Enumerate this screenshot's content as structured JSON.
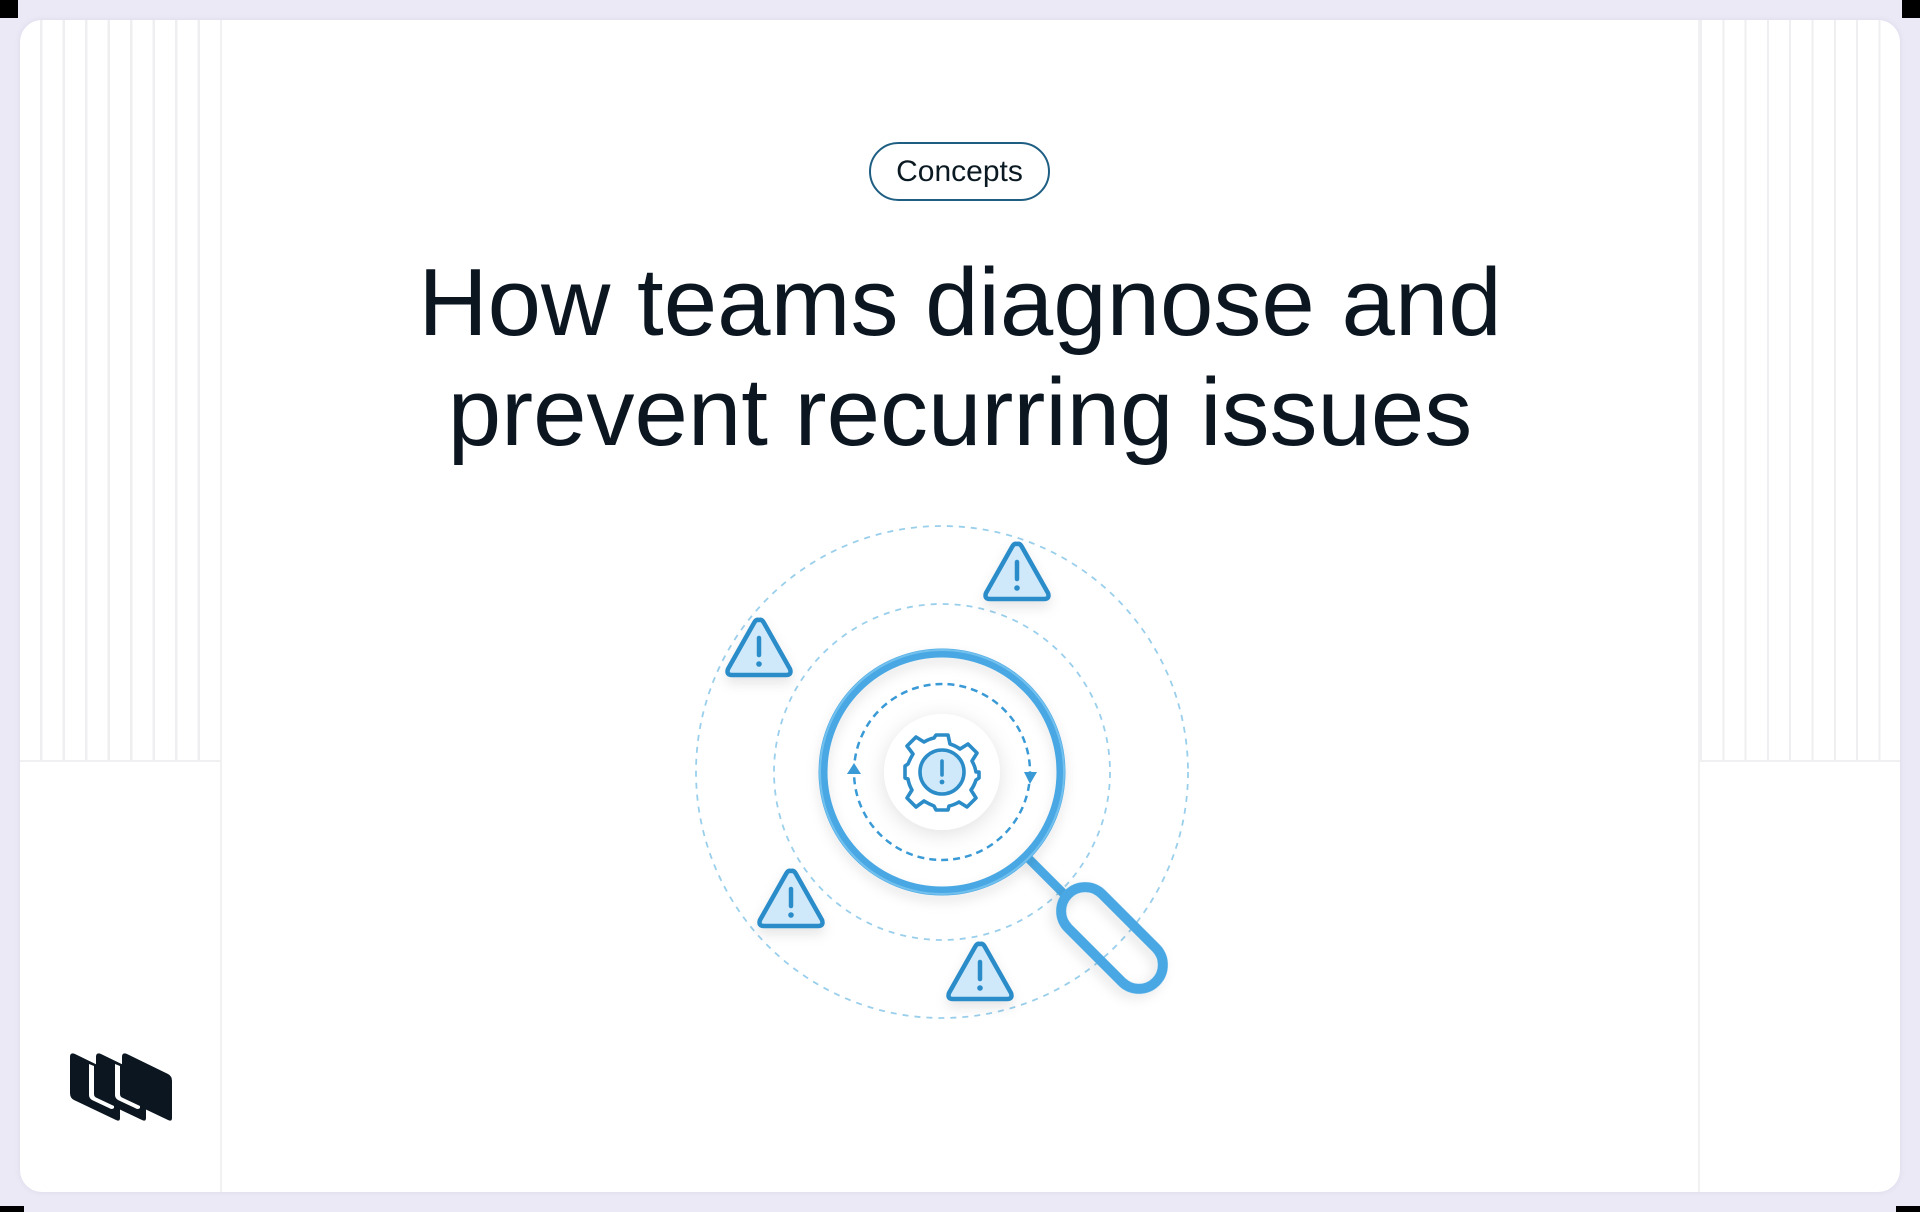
{
  "badge": {
    "label": "Concepts"
  },
  "headline": {
    "line1": "How teams diagnose and",
    "line2": "prevent recurring issues"
  },
  "illustration": {
    "description": "Magnifying glass over a gear with an exclamation mark, surrounded by dashed orbit rings and four warning triangles",
    "icons": [
      "magnifier-icon",
      "gear-alert-icon",
      "warning-triangle-icon",
      "cycle-arrows-icon"
    ],
    "warning_count": 4
  },
  "logo": {
    "name": "brand-logo"
  },
  "colors": {
    "background": "#ebe9f5",
    "card": "#ffffff",
    "badge_border": "#1f5e83",
    "text": "#0b1620",
    "accent_blue": "#4aa8e3",
    "accent_dark_blue": "#2b8cc8",
    "warning_fill": "#cfe9fb",
    "dashed_ring": "#9acfec",
    "logo": "#0b1620"
  }
}
